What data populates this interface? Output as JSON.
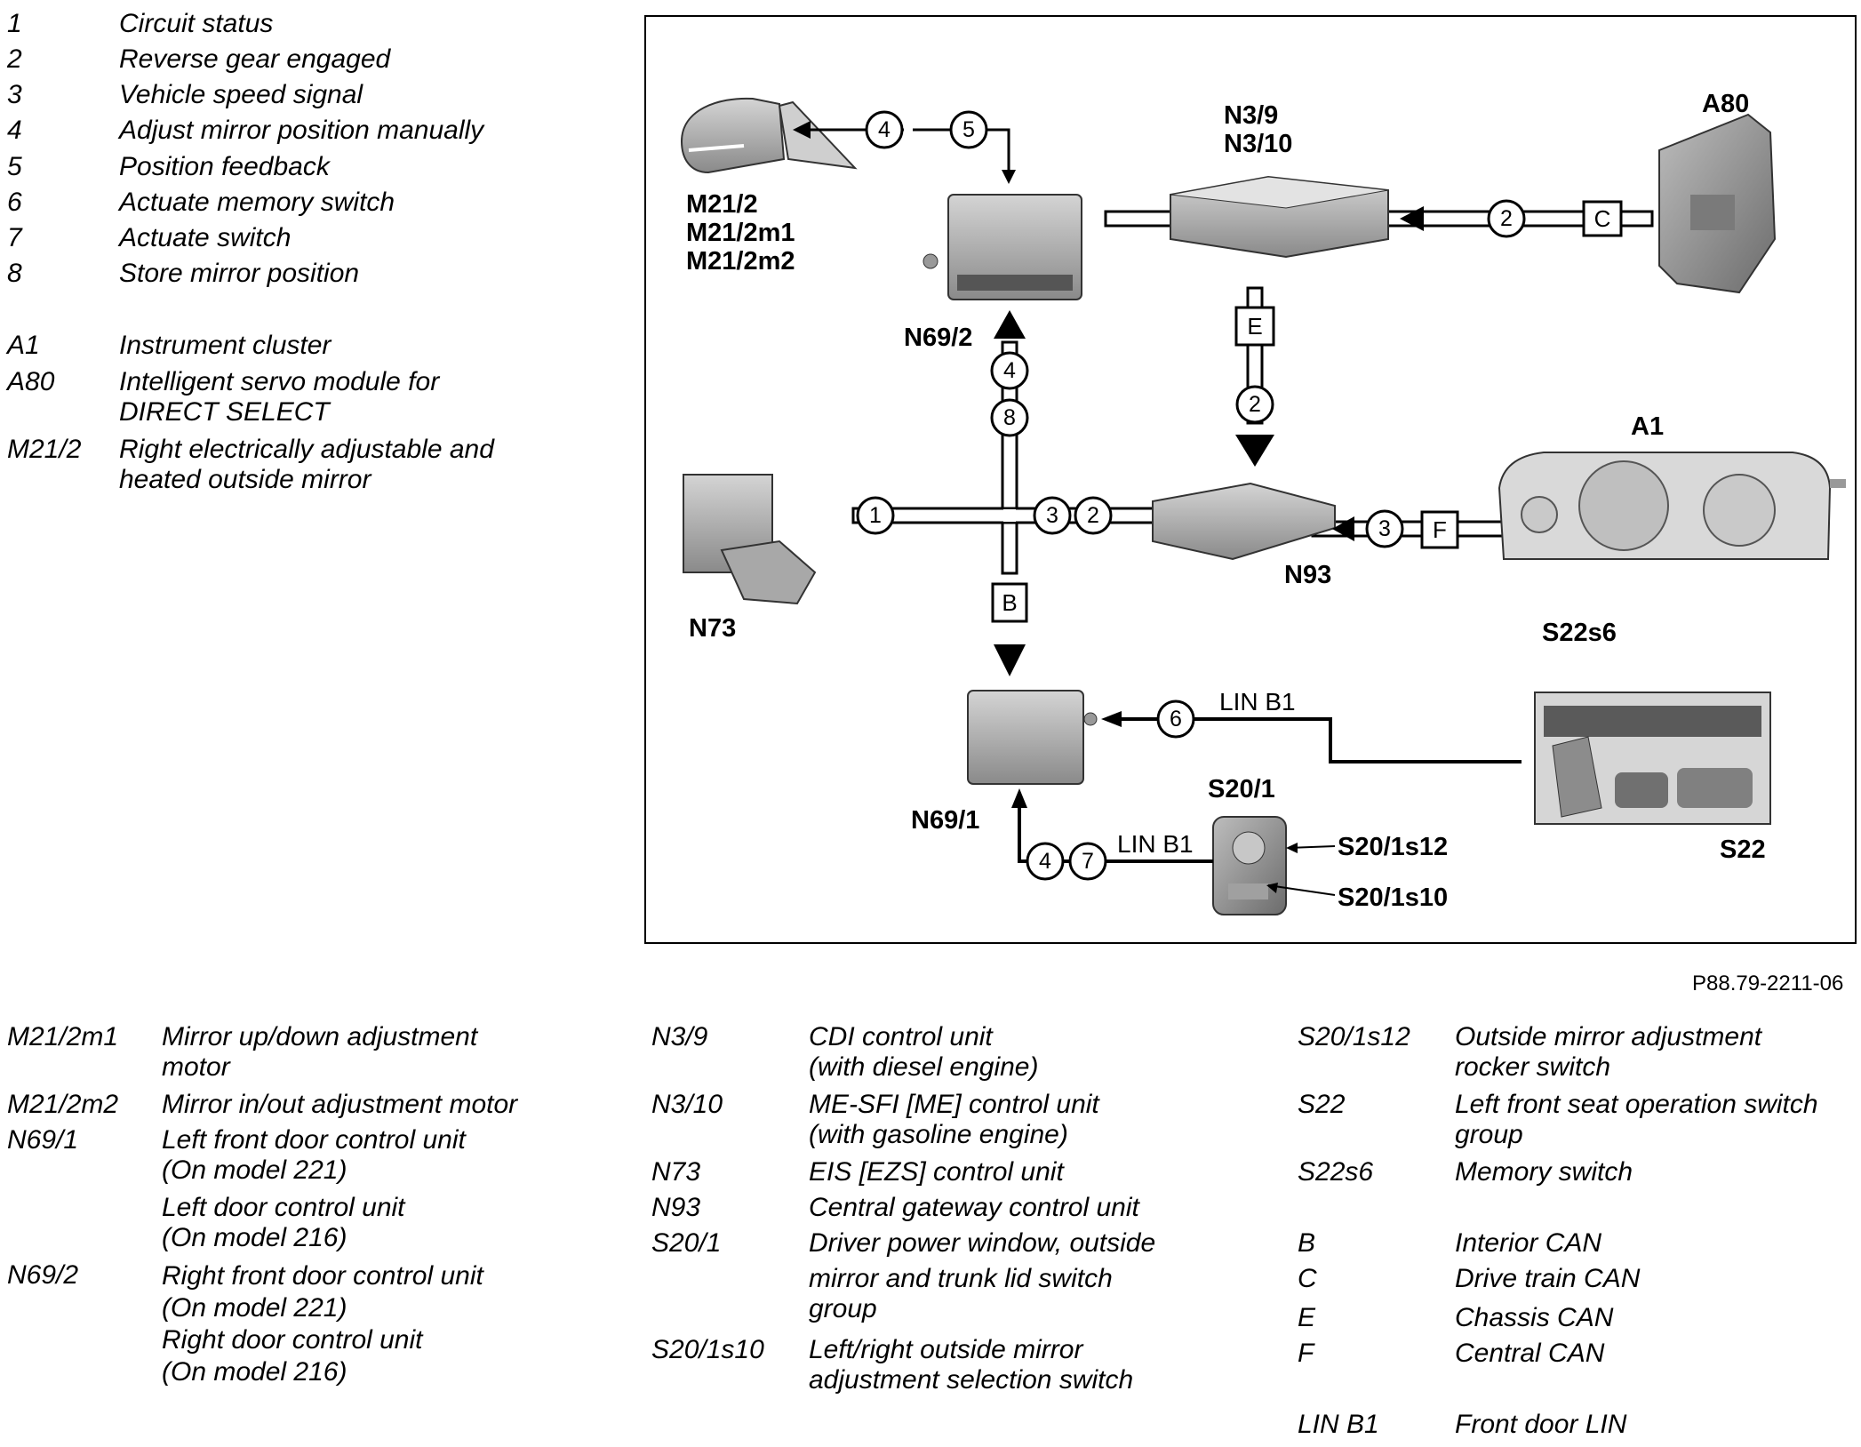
{
  "legend_top": [
    {
      "code": "1",
      "desc": "Circuit status"
    },
    {
      "code": "2",
      "desc": "Reverse gear engaged"
    },
    {
      "code": "3",
      "desc": "Vehicle speed signal"
    },
    {
      "code": "4",
      "desc": "Adjust mirror position manually"
    },
    {
      "code": "5",
      "desc": "Position feedback"
    },
    {
      "code": "6",
      "desc": "Actuate memory switch"
    },
    {
      "code": "7",
      "desc": "Actuate switch"
    },
    {
      "code": "8",
      "desc": "Store mirror position"
    },
    {
      "code": "A1",
      "desc": "Instrument cluster"
    },
    {
      "code": "A80",
      "desc": "Intelligent servo module for\nDIRECT SELECT"
    },
    {
      "code": "M21/2",
      "desc": "Right electrically adjustable and\nheated outside mirror"
    }
  ],
  "legend_bottom_col1": [
    {
      "code": "M21/2m1",
      "desc": "Mirror up/down adjustment\nmotor"
    },
    {
      "code": "M21/2m2",
      "desc": "Mirror in/out adjustment motor"
    },
    {
      "code": "N69/1",
      "desc": "Left front door control unit\n(On model 221)"
    },
    {
      "code": "",
      "desc": "Left door control unit\n(On model 216)"
    },
    {
      "code": "N69/2",
      "desc": "Right front door control unit\n(On model 221)\nRight door control unit\n(On model 216)"
    }
  ],
  "legend_bottom_col2": [
    {
      "code": "N3/9",
      "desc": "CDI control unit\n(with diesel engine)"
    },
    {
      "code": "N3/10",
      "desc": "ME-SFI [ME] control unit\n(with gasoline engine)"
    },
    {
      "code": "N73",
      "desc": "EIS [EZS] control unit"
    },
    {
      "code": "N93",
      "desc": "Central gateway control unit"
    },
    {
      "code": "S20/1",
      "desc": "Driver power window, outside"
    },
    {
      "code": "",
      "desc": "mirror and trunk lid switch\ngroup"
    },
    {
      "code": "S20/1s10",
      "desc": "Left/right outside mirror\nadjustment selection switch"
    }
  ],
  "legend_bottom_col3": [
    {
      "code": "S20/1s12",
      "desc": "Outside mirror adjustment\nrocker switch"
    },
    {
      "code": "S22",
      "desc": "Left front seat operation switch\ngroup"
    },
    {
      "code": "S22s6",
      "desc": "Memory switch"
    },
    {
      "code": "B",
      "desc": "Interior CAN"
    },
    {
      "code": "C",
      "desc": "Drive train CAN"
    },
    {
      "code": "E",
      "desc": "Chassis CAN"
    },
    {
      "code": "F",
      "desc": "Central CAN"
    },
    {
      "code": "LIN B1",
      "desc": "Front door LIN"
    }
  ],
  "diagram": {
    "components": {
      "mirror": "M21/2\nM21/2m1\nM21/2m2",
      "n69_2": "N69/2",
      "n3": "N3/9\nN3/10",
      "a80": "A80",
      "a1": "A1",
      "n73": "N73",
      "n93": "N93",
      "n69_1": "N69/1",
      "s22s6": "S22s6",
      "s22": "S22",
      "s20_1": "S20/1",
      "s20_1s12": "S20/1s12",
      "s20_1s10": "S20/1s10"
    },
    "circles": {
      "m4": "4",
      "m5": "5",
      "c2top": "2",
      "v4": "4",
      "v8": "8",
      "e2": "2",
      "h1": "1",
      "h3": "3",
      "h2": "2",
      "f3": "3",
      "l6": "6",
      "b4": "4",
      "b7": "7"
    },
    "bus_boxes": {
      "c": "C",
      "e": "E",
      "b": "B",
      "f": "F"
    },
    "wire_labels": {
      "lin_top": "LIN B1",
      "lin_bottom": "LIN B1"
    }
  },
  "figure_ref": "P88.79-2211-06"
}
